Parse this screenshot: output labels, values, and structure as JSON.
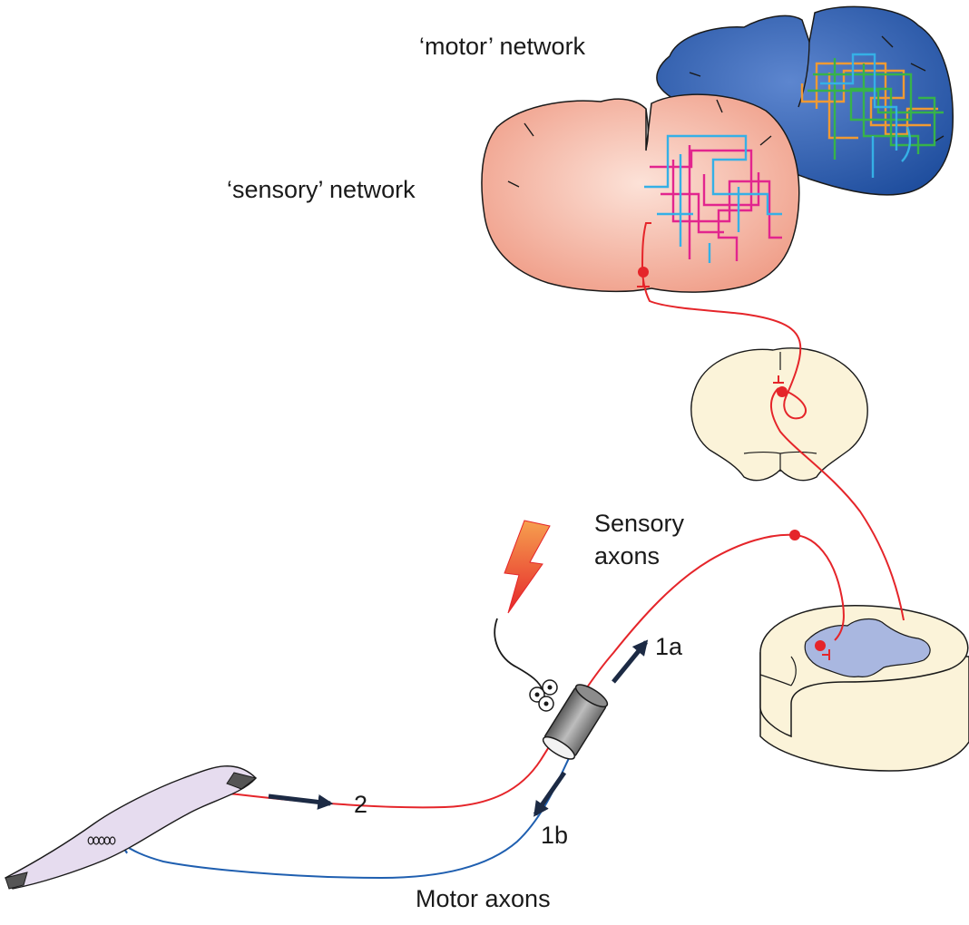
{
  "labels": {
    "motor_network": "‘motor’ network",
    "sensory_network": "‘sensory’ network",
    "sensory_axons_line1": "Sensory",
    "sensory_axons_line2": "axons",
    "arrow_1a": "1a",
    "arrow_1b": "1b",
    "arrow_2": "2",
    "motor_axons": "Motor axons"
  },
  "colors": {
    "motor_brain": "#1f4e9e",
    "sensory_brain": "#f2a48f",
    "sensory_axon": "#e5252a",
    "motor_axon": "#1f5fb0",
    "network_magenta": "#e2258e",
    "network_cyan": "#35b0e6",
    "network_orange": "#f09a33",
    "network_green": "#37b34a",
    "spinal_cord": "#fbf3d9",
    "grey_matter": "#a9b7e0",
    "lightning": "#e5252a",
    "muscle": "#e6dcef"
  },
  "icons": {
    "stimulus": "lightning-bolt-icon",
    "electrode": "cuff-electrode-icon"
  }
}
